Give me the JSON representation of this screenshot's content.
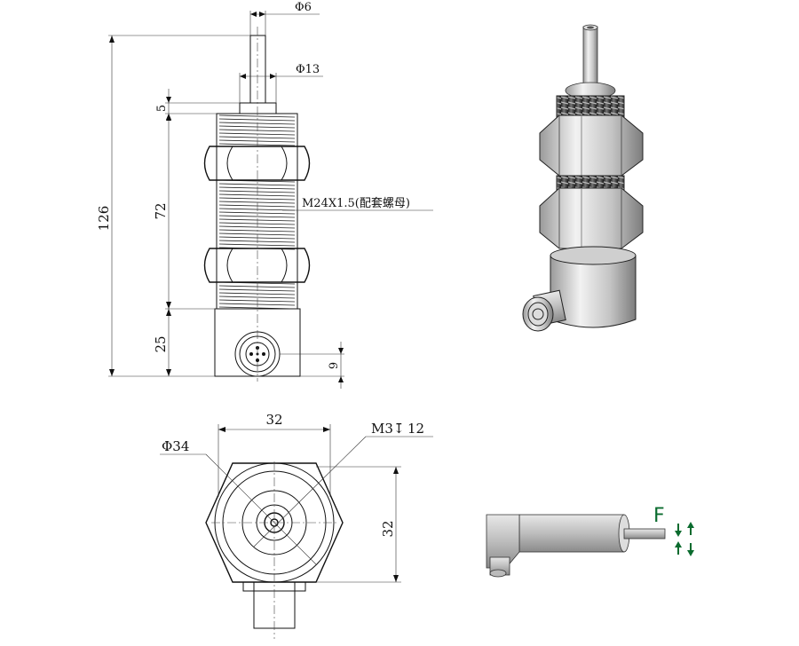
{
  "front_view": {
    "dia_rod": "Φ6",
    "dia_collar": "Φ13",
    "len_total": "126",
    "len_thread": "72",
    "len_collar": "5",
    "len_body": "25",
    "connector_offset": "9",
    "thread_callout": "M24X1.5(配套螺母)"
  },
  "top_view": {
    "width": "32",
    "height": "32",
    "dia_outer": "Φ34",
    "screw_hole": "M3",
    "screw_depth_symbol": "↧",
    "screw_depth": "12"
  },
  "force_view": {
    "force_label": "F",
    "arrow_color": "#0a6b2e"
  }
}
